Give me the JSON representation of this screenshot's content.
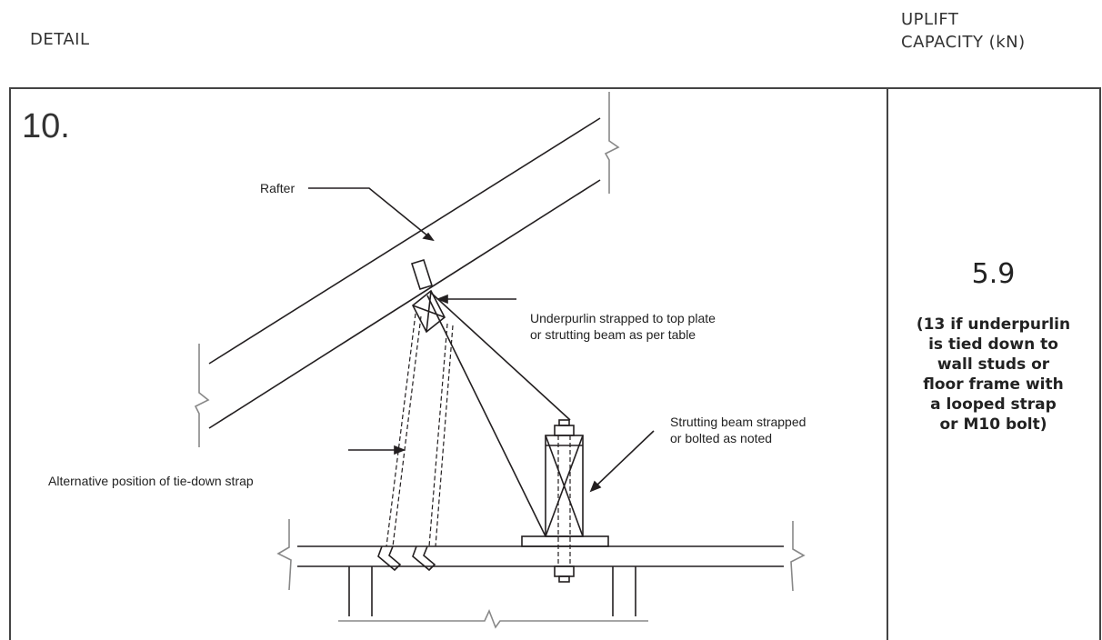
{
  "header": {
    "detail": "DETAIL",
    "uplift_line1": "UPLIFT",
    "uplift_line2": "CAPACITY (kN)"
  },
  "detail_number": "10.",
  "capacity": {
    "value": "5.9",
    "note_lines": [
      "(13 if underpurlin",
      "is tied down to",
      "wall studs or",
      "floor frame with",
      "a looped strap",
      "or M10 bolt)"
    ]
  },
  "labels": {
    "rafter": "Rafter",
    "underpurlin_line1": "Underpurlin strapped to top plate",
    "underpurlin_line2": "or strutting beam as per table",
    "strutting_line1": "Strutting beam strapped",
    "strutting_line2": "or bolted as noted",
    "alternative": "Alternative position of tie-down strap"
  },
  "colors": {
    "line": "#231f20",
    "frame": "#444444",
    "break": "#888888"
  }
}
